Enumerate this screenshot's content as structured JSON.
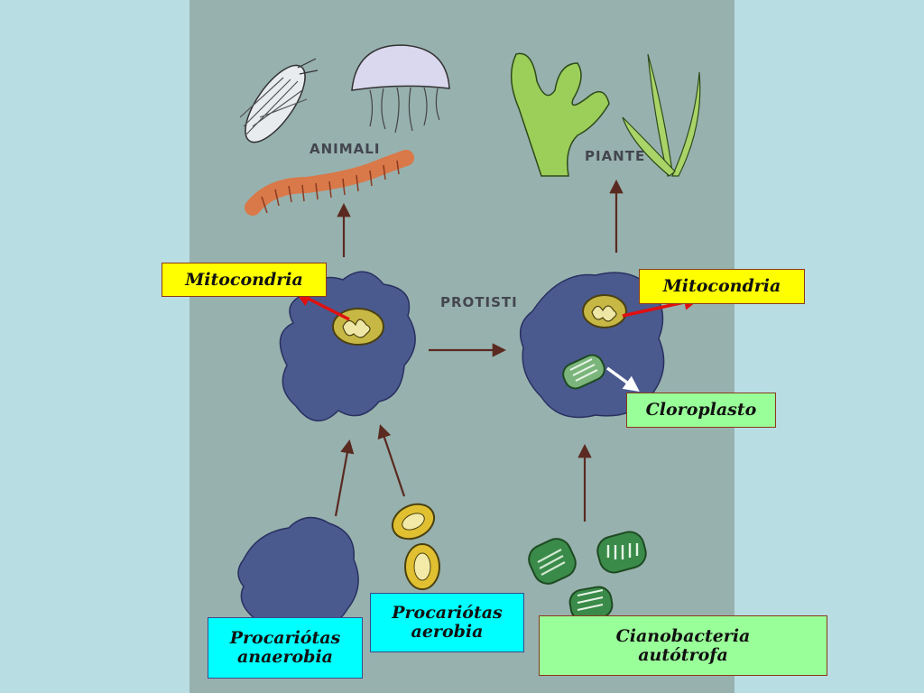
{
  "diagram": {
    "group_labels": {
      "animali": "ANIMALI",
      "piante": "PIANTE",
      "protisti": "PROTISTI"
    },
    "callouts": {
      "mito_left": "Mitocondria",
      "mito_right": "Mitocondria",
      "cloroplasto": "Cloroplasto",
      "anaerobia": "Procariótas\nanaerobia",
      "aerobia": "Procariótas\naerobia",
      "ciano": "Cianobacteria\nautótrofa"
    },
    "colors": {
      "slide_bg": "#b8dde2",
      "panel_bg": "#97b1ae",
      "cell_fill": "#4b5a8e",
      "callout_yellow": "#ffff00",
      "callout_cyan": "#00ffff",
      "callout_green": "#99ff99",
      "pointer_red": "#e01010"
    }
  }
}
